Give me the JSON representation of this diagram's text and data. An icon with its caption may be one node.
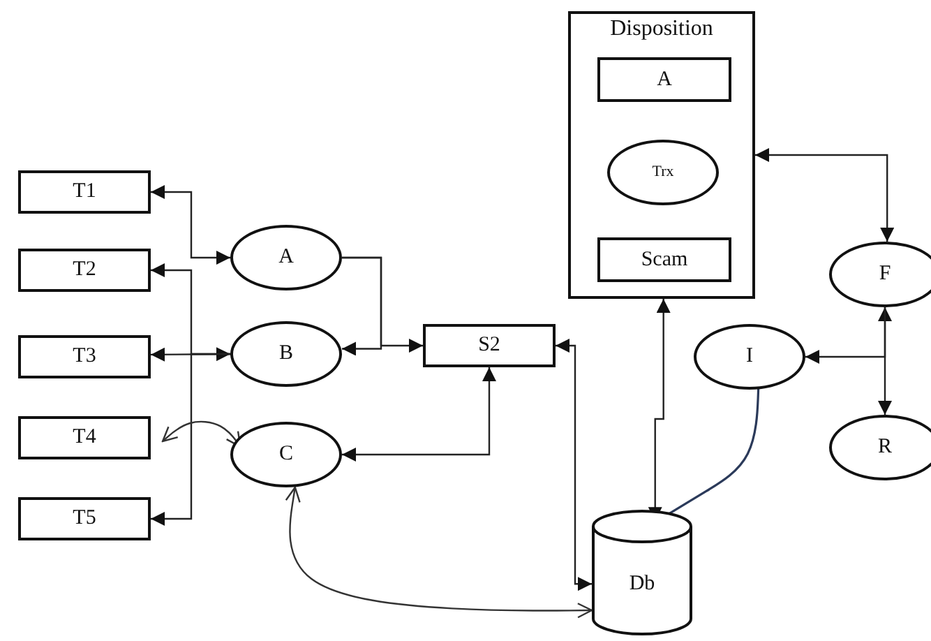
{
  "diagram": {
    "nodes": [
      {
        "text": [
          "T1"
        ]
      },
      {
        "text": [
          "T2"
        ]
      },
      {
        "text": [
          "T3"
        ]
      },
      {
        "text": [
          "T4"
        ]
      },
      {
        "text": [
          "T5"
        ]
      },
      {
        "text": [
          "A"
        ]
      },
      {
        "text": [
          "B"
        ]
      },
      {
        "text": [
          "C"
        ]
      },
      {
        "text": [
          "S2"
        ]
      },
      {
        "text": [
          "Disposition"
        ]
      },
      {
        "text": [
          "A"
        ],
        "in": 9
      },
      {
        "text": [
          "Trx"
        ],
        "in": 9
      },
      {
        "text": [
          "Scam"
        ],
        "in": 9
      },
      {
        "text": [
          "F"
        ]
      },
      {
        "text": [
          "I"
        ]
      },
      {
        "text": [
          "R"
        ]
      },
      {
        "text": [
          "Db"
        ]
      }
    ],
    "edges": [
      {
        "from": 0,
        "to": 5,
        "arrow": "both"
      },
      {
        "from": 2,
        "to": 6,
        "arrow": "both"
      },
      {
        "from": 6,
        "to": 1,
        "arrow": "to"
      },
      {
        "from": 6,
        "to": 4,
        "arrow": "to"
      },
      {
        "from": 5,
        "to": 6,
        "arrow": "to"
      },
      {
        "from": 5,
        "to": 8,
        "arrow": "to"
      },
      {
        "from": 7,
        "to": 3,
        "arrow": "both"
      },
      {
        "from": 8,
        "to": 7,
        "arrow": "both"
      },
      {
        "from": 7,
        "to": 16,
        "arrow": "both"
      },
      {
        "from": 8,
        "to": 16,
        "arrow": "both"
      },
      {
        "from": 9,
        "to": 16,
        "arrow": "both"
      },
      {
        "from": 9,
        "to": 13,
        "arrow": "both"
      },
      {
        "from": 13,
        "to": 15,
        "arrow": "both"
      },
      {
        "from": 13,
        "to": 14,
        "arrow": "to"
      },
      {
        "from": 14,
        "to": 16,
        "arrow": "none",
        "color": "#2b3a5a"
      }
    ]
  }
}
